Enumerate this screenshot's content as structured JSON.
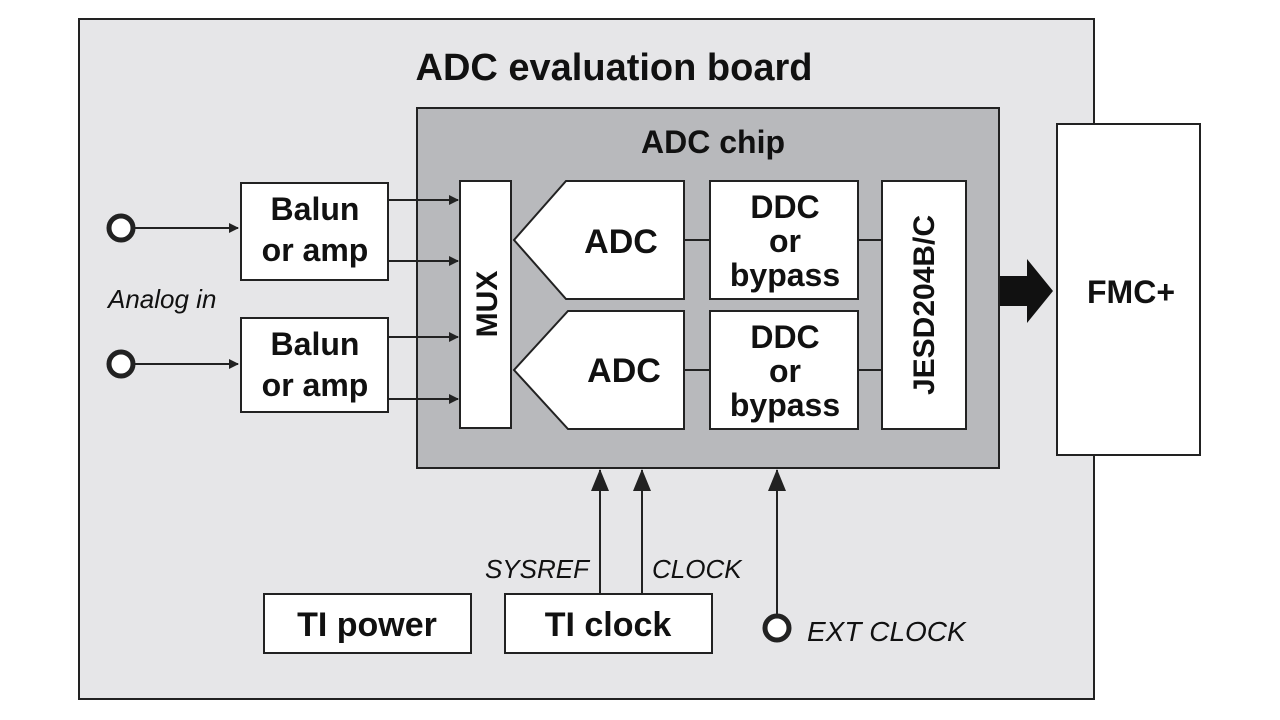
{
  "board": {
    "title": "ADC evaluation board"
  },
  "chip": {
    "title": "ADC chip"
  },
  "inputs": {
    "label": "Analog in"
  },
  "baluns": [
    {
      "line1": "Balun",
      "line2": "or amp"
    },
    {
      "line1": "Balun",
      "line2": "or amp"
    }
  ],
  "mux": {
    "label": "MUX"
  },
  "adcs": [
    {
      "label": "ADC"
    },
    {
      "label": "ADC"
    }
  ],
  "ddcs": [
    {
      "line1": "DDC",
      "line2": "or",
      "line3": "bypass"
    },
    {
      "line1": "DDC",
      "line2": "or",
      "line3": "bypass"
    }
  ],
  "jesd": {
    "label": "JESD204B/C"
  },
  "fmc": {
    "label": "FMC+"
  },
  "clocking": {
    "sysref_label": "SYSREF",
    "clock_label": "CLOCK",
    "ext_clock_label": "EXT CLOCK"
  },
  "power": {
    "label": "TI power"
  },
  "ti_clock": {
    "label": "TI clock"
  },
  "colors": {
    "board_fill": "#e6e6e8",
    "chip_fill": "#b8b9bc",
    "block_fill": "#ffffff",
    "stroke": "#222222"
  }
}
